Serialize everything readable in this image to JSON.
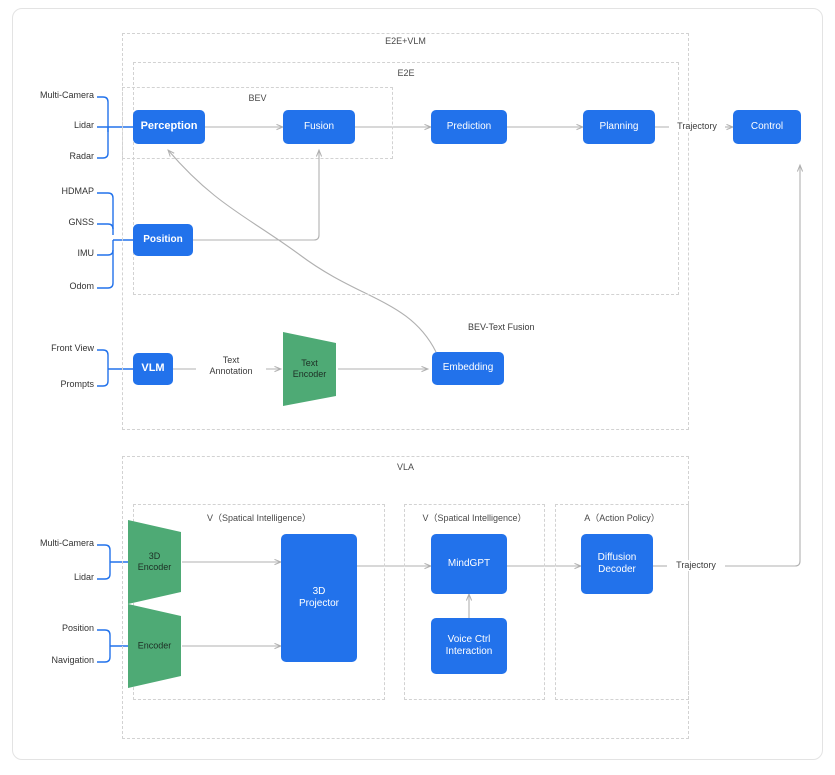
{
  "diagram": {
    "title": "Autonomous Driving E2E+VLM and VLA Architecture",
    "colors": {
      "node_blue": "#2272eb",
      "node_green": "#4eaa75",
      "container_dash": "#d2d2d2",
      "connector": "#b0b0b0",
      "input_bracket": "#2272eb",
      "frame": "#e3e3e3"
    }
  },
  "containers": {
    "e2e_vlm": {
      "label": "E2E+VLM"
    },
    "e2e": {
      "label": "E2E"
    },
    "bev": {
      "label": "BEV"
    },
    "vla": {
      "label": "VLA"
    },
    "vla_v1": {
      "label": "V（Spatical Intelligence）"
    },
    "vla_v2": {
      "label": "V（Spatical Intelligence）"
    },
    "vla_a": {
      "label": "A（Action Policy）"
    }
  },
  "nodes": {
    "perception": {
      "label": "Perception"
    },
    "fusion": {
      "label": "Fusion"
    },
    "prediction": {
      "label": "Prediction"
    },
    "planning": {
      "label": "Planning"
    },
    "control": {
      "label": "Control"
    },
    "position": {
      "label": "Position"
    },
    "vlm": {
      "label": "VLM"
    },
    "text_encoder": {
      "label": "Text\nEncoder"
    },
    "text_encoder_line1": "Text",
    "text_encoder_line2": "Encoder",
    "embedding": {
      "label": "Embedding"
    },
    "encoder_3d_line1": "3D",
    "encoder_3d_line2": "Encoder",
    "encoder": {
      "label": "Encoder"
    },
    "projector_3d_line1": "3D",
    "projector_3d_line2": "Projector",
    "mindgpt": {
      "label": "MindGPT"
    },
    "voice_ctrl_line1": "Voice Ctrl",
    "voice_ctrl_line2": "Interaction",
    "diffusion_line1": "Diffusion",
    "diffusion_line2": "Decoder"
  },
  "inputs": {
    "perception": [
      "Multi-Camera",
      "Lidar",
      "Radar"
    ],
    "position": [
      "HDMAP",
      "GNSS",
      "IMU",
      "Odom"
    ],
    "vlm": [
      "Front View",
      "Prompts"
    ],
    "encoder_3d": [
      "Multi-Camera",
      "Lidar"
    ],
    "encoder": [
      "Position",
      "Navigation"
    ]
  },
  "edge_labels": {
    "trajectory_top": "Trajectory",
    "trajectory_vla": "Trajectory",
    "text_annotation_line1": "Text",
    "text_annotation_line2": "Annotation",
    "bev_text_fusion": "BEV-Text Fusion"
  }
}
